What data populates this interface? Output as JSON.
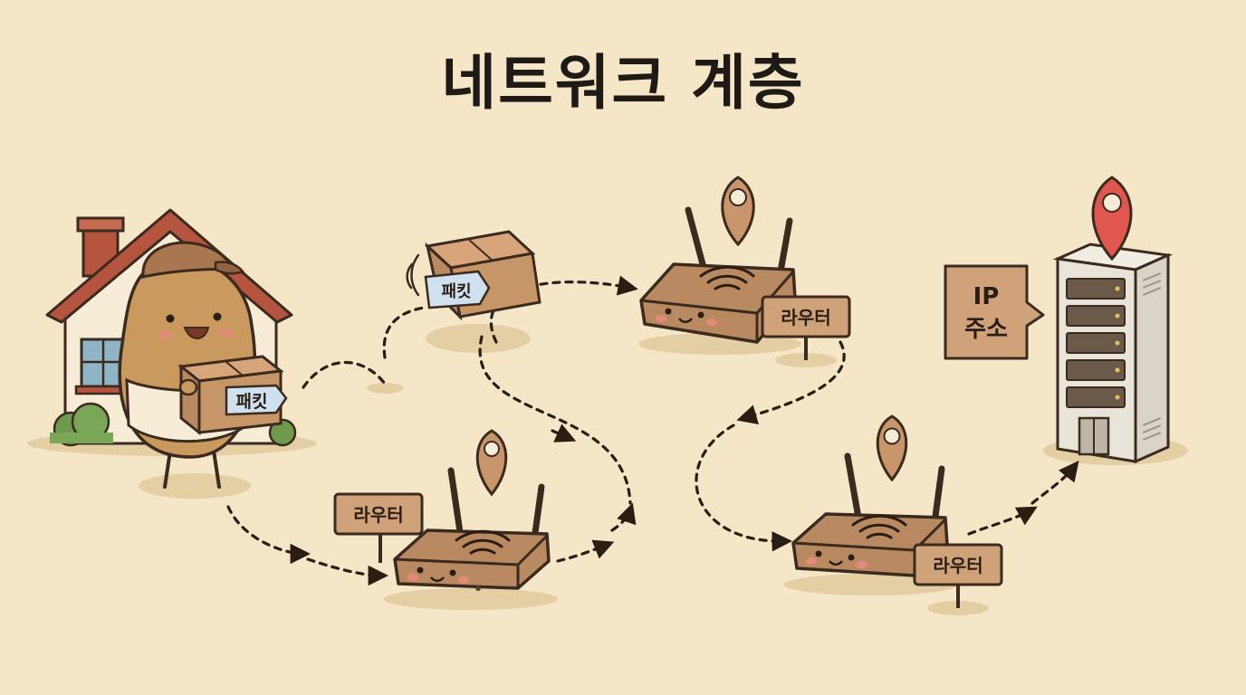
{
  "title": "네트워크 계층",
  "labels": {
    "packet_hand": "패킷",
    "packet_fly": "패킷",
    "router_top": "라우터",
    "router_bottom_left": "라우터",
    "router_bottom_right": "라우터",
    "ip_line1": "IP",
    "ip_line2": "주소"
  },
  "colors": {
    "background": "#f4e6c6",
    "router_body": "#b98a62",
    "outline": "#3b2a1e",
    "pin_tan": "#c9956a",
    "pin_red": "#e0574f",
    "roof": "#b5543f",
    "tag_blue": "#cfe0ef",
    "sign_wood": "#cfa27a"
  }
}
